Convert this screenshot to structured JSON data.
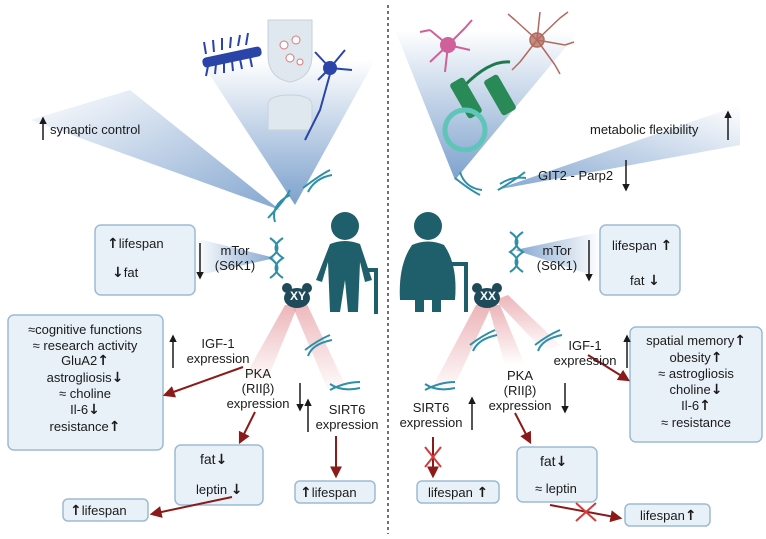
{
  "left": {
    "synaptic": "synaptic control",
    "mtor": [
      "mTor",
      "(S6K1)"
    ],
    "box_lifespan": "lifespan",
    "box_fat": "fat",
    "mouse_label": "XY",
    "igf1": [
      "IGF-1",
      "expression"
    ],
    "pka": [
      "PKA",
      "(RIIβ)",
      "expression"
    ],
    "sirt6": [
      "SIRT6",
      "expression"
    ],
    "effects": [
      "≈cognitive functions",
      "≈ research activity",
      "GluA2",
      "astrogliosis",
      "≈ choline",
      "Il-6",
      "resistance"
    ],
    "fat": "fat",
    "leptin": "leptin",
    "lifespan_a": "lifespan",
    "lifespan_b": "lifespan"
  },
  "right": {
    "metabolic": "metabolic flexibility",
    "git2": "GIT2 - Parp2",
    "mtor": [
      "mTor",
      "(S6K1)"
    ],
    "box_lifespan": "lifespan",
    "box_fat": "fat",
    "mouse_label": "XX",
    "igf1": [
      "IGF-1",
      "expression"
    ],
    "pka": [
      "PKA",
      "(RIIβ)",
      "expression"
    ],
    "sirt6": [
      "SIRT6",
      "expression"
    ],
    "effects": [
      "spatial memory",
      "obesity",
      "≈ astrogliosis",
      "choline",
      "Il-6",
      "≈ resistance"
    ],
    "fat": "fat",
    "leptin": "≈ leptin",
    "lifespan_a": "lifespan",
    "lifespan_b": "lifespan"
  },
  "icons": [
    "neuron-icon",
    "synapse-icon",
    "dendrite-icon",
    "oligodendrocyte-icon",
    "astrocyte-icon",
    "myelin-icon",
    "dna-icon",
    "mouse-icon",
    "elderly-man-icon",
    "elderly-woman-icon"
  ],
  "colors": {
    "beam": "#6f97c8",
    "box_fill": "#e9f1f8",
    "box_border": "#9dbad4",
    "dark_red": "#8b1a1a",
    "person": "#1e5f6b",
    "dna_teal": "#2e8fa8"
  }
}
